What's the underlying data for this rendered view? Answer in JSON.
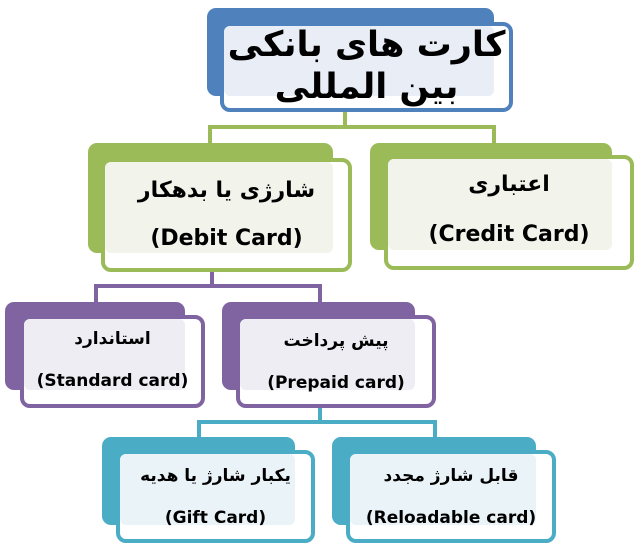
{
  "diagram": {
    "type": "hierarchy",
    "direction": "top-down",
    "colors": {
      "level0": "#4f81bd",
      "level1": "#9bbb59",
      "level2": "#8064a2",
      "level3": "#4bacc6",
      "tint_level0": "#e9edf6",
      "tint_level1": "#f2f4ec",
      "tint_level2": "#efedf4",
      "tint_level3": "#eaf3f7"
    },
    "root": {
      "title_line1": "کارت های بانکی",
      "title_line2": "بین المللی"
    },
    "level1": {
      "debit": {
        "fa": "شارژی یا بدهکار",
        "en": "(Debit Card)"
      },
      "credit": {
        "fa": "اعتباری",
        "en": "(Credit Card)"
      }
    },
    "level2": {
      "standard": {
        "fa": "استاندارد",
        "en": "(Standard card)"
      },
      "prepaid": {
        "fa": "پیش پرداخت",
        "en": "(Prepaid card)"
      }
    },
    "level3": {
      "gift": {
        "fa": "یکبار شارژ یا هدیه",
        "en": "(Gift Card)"
      },
      "reloadable": {
        "fa": "قابل شارژ مجدد",
        "en": "(Reloadable card)"
      }
    },
    "edges": [
      {
        "from": "root",
        "to": "debit"
      },
      {
        "from": "root",
        "to": "credit"
      },
      {
        "from": "debit",
        "to": "standard"
      },
      {
        "from": "debit",
        "to": "prepaid"
      },
      {
        "from": "prepaid",
        "to": "gift"
      },
      {
        "from": "prepaid",
        "to": "reloadable"
      }
    ]
  }
}
